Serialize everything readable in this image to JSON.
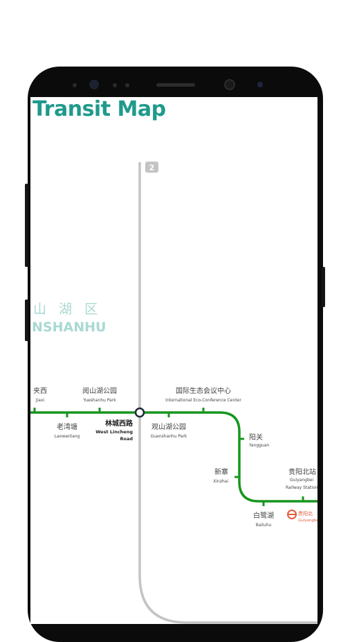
{
  "app": {
    "title": "Transit Map"
  },
  "district": {
    "name_cn": "山 湖 区",
    "name_en": "NSHANHU"
  },
  "colors": {
    "accent": "#1f9a8c",
    "line1": "#17961f",
    "line2": "#c4c4c4",
    "district": "#a8d9d2",
    "label": "#444444",
    "station_red": "#e25b3c"
  },
  "lines": {
    "line2_badge": "2"
  },
  "stations": {
    "s1_cn": "夹西",
    "s1_en": "Jiaxi",
    "s2_cn": "阅山湖公园",
    "s2_en": "Yueshanhu Park",
    "s3_cn": "老湾塘",
    "s3_en": "Laowantang",
    "s4_cn": "林城西路",
    "s4_en1": "West Lincheng",
    "s4_en2": "Road",
    "s5_cn": "国际生态会议中心",
    "s5_en": "International Eco-Conference Center",
    "s6_cn": "观山湖公园",
    "s6_en": "Guanshanhu Park",
    "s7_cn": "阳关",
    "s7_en": "Yangguan",
    "s8_cn": "新寨",
    "s8_en": "Xinzhai",
    "s9_cn": "白鹭湖",
    "s9_en": "Bailuhu",
    "s10_cn": "贵阳北站",
    "s10_en1": "Guiyangbei",
    "s10_en2": "Railway Station",
    "s11_cn": "贵阳北",
    "s11_en": "Guiyangbei"
  }
}
